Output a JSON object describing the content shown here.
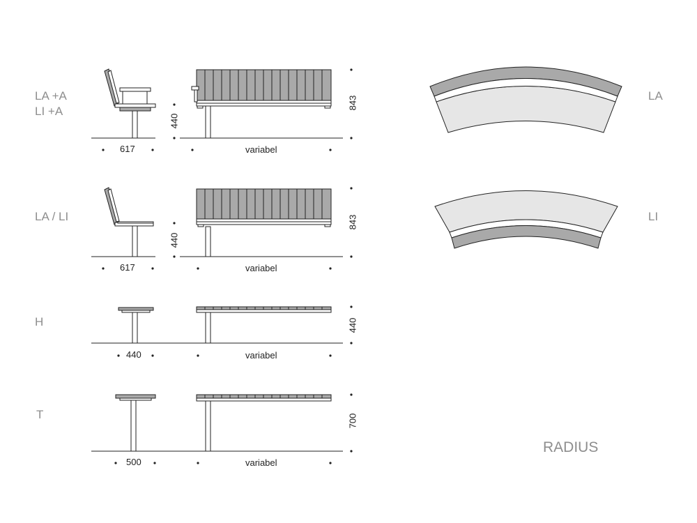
{
  "rows": [
    {
      "label_lines": [
        "LA +A",
        "LI +A"
      ],
      "side_width": "617",
      "length": "variabel",
      "seat_height": "440",
      "overall_height": "843"
    },
    {
      "label_lines": [
        "LA / LI"
      ],
      "side_width": "617",
      "length": "variabel",
      "seat_height": "440",
      "overall_height": "843"
    },
    {
      "label_lines": [
        "H"
      ],
      "side_width": "440",
      "length": "variabel",
      "overall_height": "440"
    },
    {
      "label_lines": [
        "T"
      ],
      "side_width": "500",
      "length": "variabel",
      "overall_height": "700"
    }
  ],
  "plan_views": [
    {
      "label": "LA"
    },
    {
      "label": "LI"
    }
  ],
  "footer_label": "RADIUS",
  "colors": {
    "stroke": "#222222",
    "slat": "#a9a9a9",
    "seat_fill": "#e6e6e6",
    "label": "#8e8e8e"
  }
}
